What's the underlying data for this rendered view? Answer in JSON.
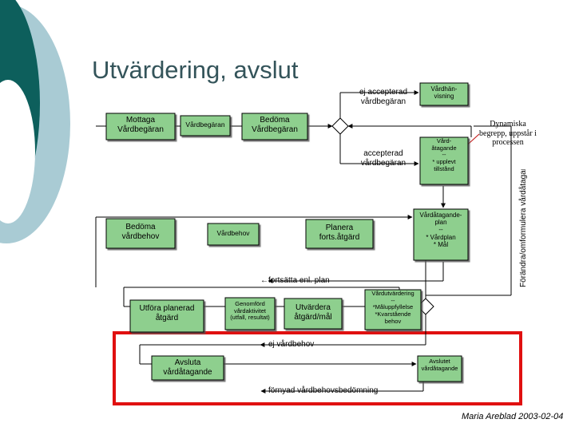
{
  "slide": {
    "title": "Utvärdering, avslut",
    "author_date": "Maria Areblad 2003-02-04",
    "colors": {
      "teal": "#0d5f5c",
      "light_blue": "#a9cbd4",
      "box_green": "#8ecf8e",
      "red_frame": "#e01010"
    }
  },
  "diagram": {
    "boxes": {
      "mottaga": "Mottaga\nVårdbegäran",
      "vardbegaran": "Vårdbegäran",
      "bedoma_vardbegaran": "Bedöma\nVårdbegäran",
      "vardhanvisning": "Vårdhän-\nvisning",
      "vardatagande_tillstand": "Vård-\nåtagande\n--\n* upplevt\ntillstånd",
      "bedoma_vardbehov": "Bedöma\nvårdbehov",
      "vardbehov": "Vårdbehov",
      "planera": "Planera\nforts.åtgärd",
      "vardatagandeplan": "Vårdåtagande-\nplan\n--\n* Vårdplan\n* Mål",
      "utfora": "Utföra planerad\nåtgärd",
      "genomford": "Genomförd\nvårdaktivitet\n(utfall, resultat)",
      "utvardera": "Utvärdera\nåtgärd/mål",
      "vardutvardering": "Vårdutvärdering\n--\n*Måluppfyllelse\n*Kvarstående\nbehov",
      "avsluta": "Avsluta\nvårdåtagande",
      "avslutet": "Avslutet\nvårdåtagande"
    },
    "labels": {
      "ej_accepterad": "ej accepterad\nvårdbegäran",
      "accepterad": "accepterad\nvårdbegäran",
      "dynamiska": "Dynamiska\nbegrepp, uppstår i\nprocessen",
      "fortsatta": "fortsätta enl. plan",
      "ej_vardbehov": "ej vårdbehov",
      "fornyad": "förnyad vårdbehovsbedömning",
      "forandra": "Förändra/omformulera vårdåtagande",
      "left_arrow": "←",
      "right_arrow": "→"
    }
  }
}
